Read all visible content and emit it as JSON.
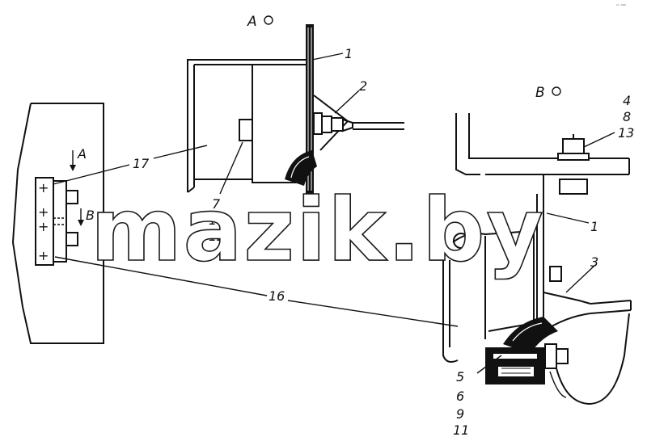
{
  "corner_mark": "ᵏᵒ ⁰⁰⁰",
  "watermark": "mazik.by",
  "views": {
    "a": {
      "title": "A",
      "circle_icon": "circle-icon"
    },
    "b": {
      "title": "B",
      "circle_icon": "circle-icon"
    }
  },
  "view_arrows": {
    "a": "A",
    "b": "B"
  },
  "terminal_signs": [
    "+",
    "+",
    "+",
    "+"
  ],
  "callouts": {
    "a1": "1",
    "a2": "2",
    "a7": "7",
    "a10": "10",
    "a12": "12",
    "a17": "17",
    "b1": "1",
    "b3": "3",
    "b4": "4",
    "b8": "8",
    "b13": "13",
    "b5": "5",
    "b6": "6",
    "b9": "9",
    "b11": "11",
    "c16": "16"
  },
  "colors": {
    "ink": "#111111",
    "paper": "#ffffff"
  }
}
